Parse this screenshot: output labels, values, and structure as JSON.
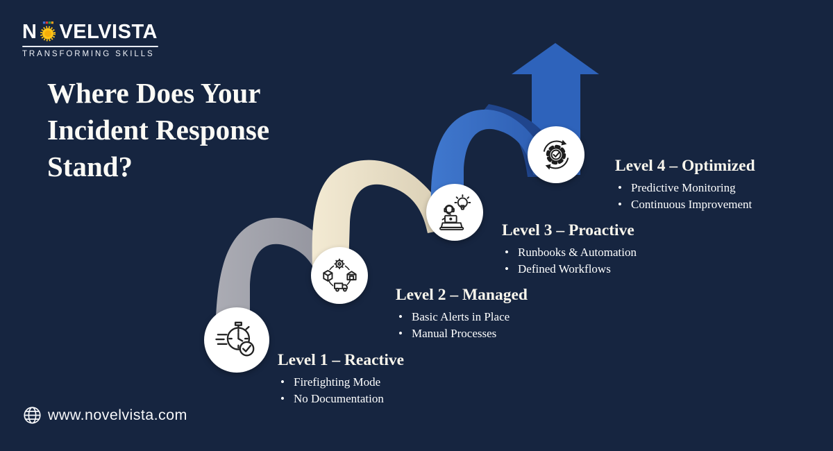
{
  "brand": {
    "name": "NOVELVISTA",
    "name_parts": {
      "first": "N",
      "rest": "VELVISTA"
    },
    "tagline": "TRANSFORMING SKILLS",
    "sun_color": "#ffc517",
    "accent_squares": [
      "#3b6fd4",
      "#e03a2f",
      "#2f9e44",
      "#f4a11b"
    ]
  },
  "title": {
    "full": "Where Does Your Incident Response Stand?",
    "lines": [
      "Where Does Your",
      "Incident Response",
      "Stand?"
    ]
  },
  "levels": [
    {
      "heading": "Level 1 – Reactive",
      "bullets": [
        "Firefighting Mode",
        "No Documentation"
      ],
      "icon": "stopwatch-speed-icon",
      "ribbon_color": "#a6a6ae"
    },
    {
      "heading": "Level 2 – Managed",
      "bullets": [
        "Basic Alerts in Place",
        "Manual Processes"
      ],
      "icon": "logistics-cycle-icon",
      "ribbon_color": "#f1e7cf"
    },
    {
      "heading": "Level 3 – Proactive",
      "bullets": [
        "Runbooks & Automation",
        "Defined Workflows"
      ],
      "icon": "support-idea-icon",
      "ribbon_color": "#3d72c8"
    },
    {
      "heading": "Level 4 – Optimized",
      "bullets": [
        "Predictive Monitoring",
        "Continuous Improvement"
      ],
      "icon": "gear-check-cycle-icon",
      "ribbon_color": "#2e63bb"
    }
  ],
  "arrow": {
    "direction": "up",
    "color": "#2e63bb",
    "shadow_color": "#20458c"
  },
  "footer": {
    "website": "www.novelvista.com",
    "icon": "globe-icon"
  },
  "colors": {
    "background": "#162540",
    "heading_text": "#f8f5ec",
    "body_text": "#ffffff",
    "circle_fill": "#ffffff",
    "title_text": "#fbfaf5"
  }
}
